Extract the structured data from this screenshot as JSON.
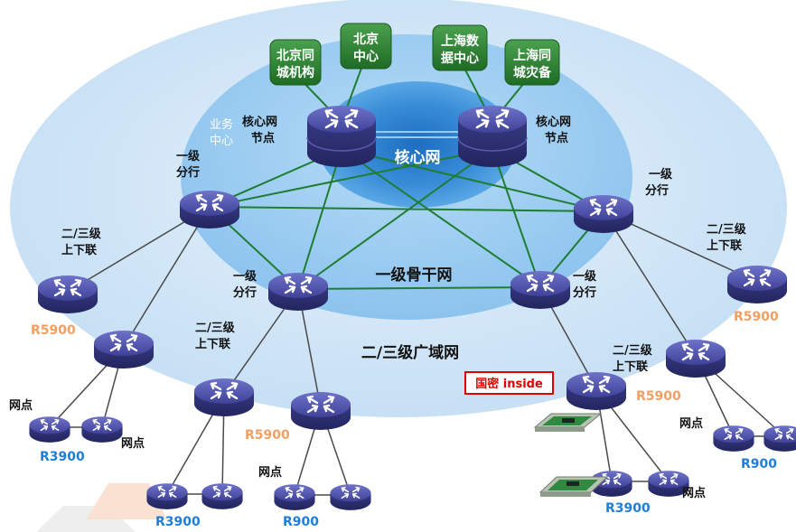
{
  "zones": {
    "core": "核心网",
    "backbone": "一级骨干网",
    "wan": "二/三级广域网"
  },
  "datacenters": [
    {
      "line1": "北京同",
      "line2": "城机构"
    },
    {
      "line1": "北京",
      "line2": "中心"
    },
    {
      "line1": "上海数",
      "line2": "据中心"
    },
    {
      "line1": "上海同",
      "line2": "城灾备"
    }
  ],
  "labels": {
    "service_center_1": "业务",
    "service_center_2": "中心",
    "core_node_1": "核心网",
    "core_node_2": "节点",
    "branch_1": "一级",
    "branch_2": "分行",
    "updown_1": "二/三级",
    "updown_2": "上下联",
    "outlet": "网点",
    "guomi_inside": "国密 inside"
  },
  "models": {
    "r5900": "R5900",
    "r3900": "R3900",
    "r900": "R900"
  },
  "colors": {
    "outer_ellipse": "#cfe4f6",
    "backbone_ellipse": "#9fcdf0",
    "core_ellipse": "#2f86d6",
    "link_green": "#1e7d32",
    "link_gray": "#4a4a4a",
    "router": "#3c3f9a",
    "datacenter": "#2e7d32",
    "model_orange": "#f29f63",
    "model_blue": "#1f7fd8",
    "badge_red": "#e00000"
  }
}
